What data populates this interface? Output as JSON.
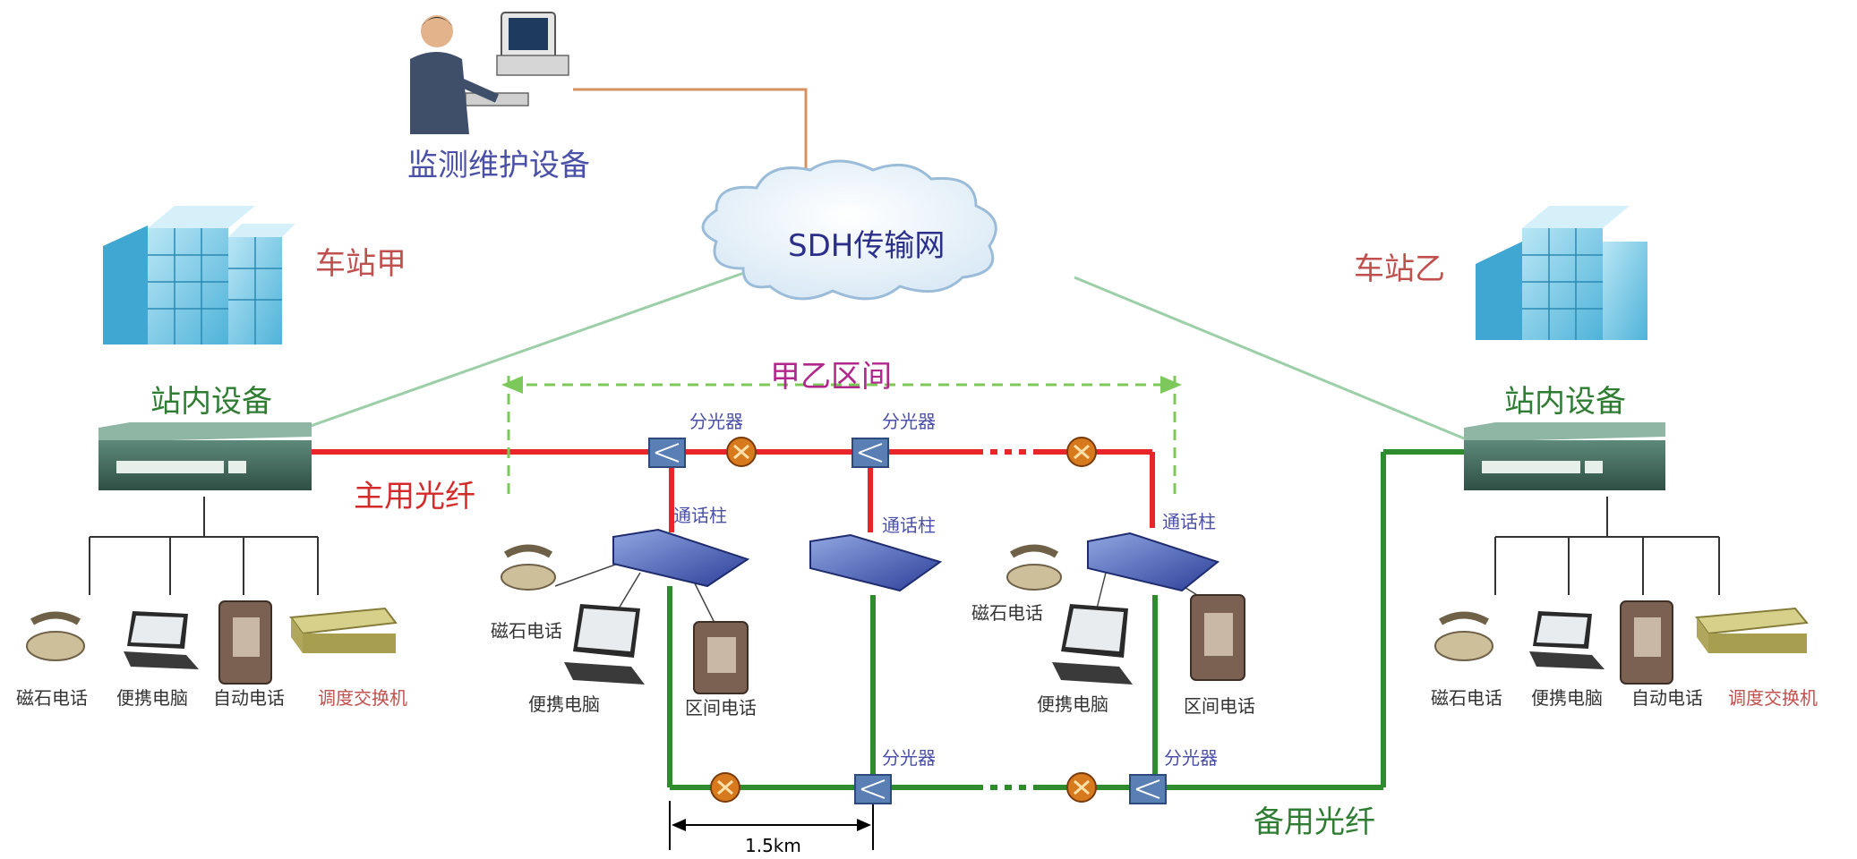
{
  "diagram": {
    "monitor_label": "监测维护设备",
    "sdh_label": "SDH传输网",
    "station_a": "车站甲",
    "station_b": "车站乙",
    "station_equip_a": "站内设备",
    "station_equip_b": "站内设备",
    "section_label": "甲乙区间",
    "main_fiber": "主用光纤",
    "backup_fiber": "备用光纤",
    "splitter": "分光器",
    "call_post": "通话柱",
    "magneto_phone": "磁石电话",
    "laptop": "便携电脑",
    "auto_phone": "自动电话",
    "dispatch_switch": "调度交换机",
    "section_phone": "区间电话",
    "distance": "1.5km"
  },
  "colors": {
    "main_fiber": "#e8262a",
    "backup_fiber": "#2e8b2e",
    "label_blue": "#4a4fa8",
    "label_orange": "#c0504d",
    "label_red": "#d42a2a",
    "label_green": "#2e7d32",
    "label_purple": "#b0288c",
    "building": "#6ec6e4"
  }
}
